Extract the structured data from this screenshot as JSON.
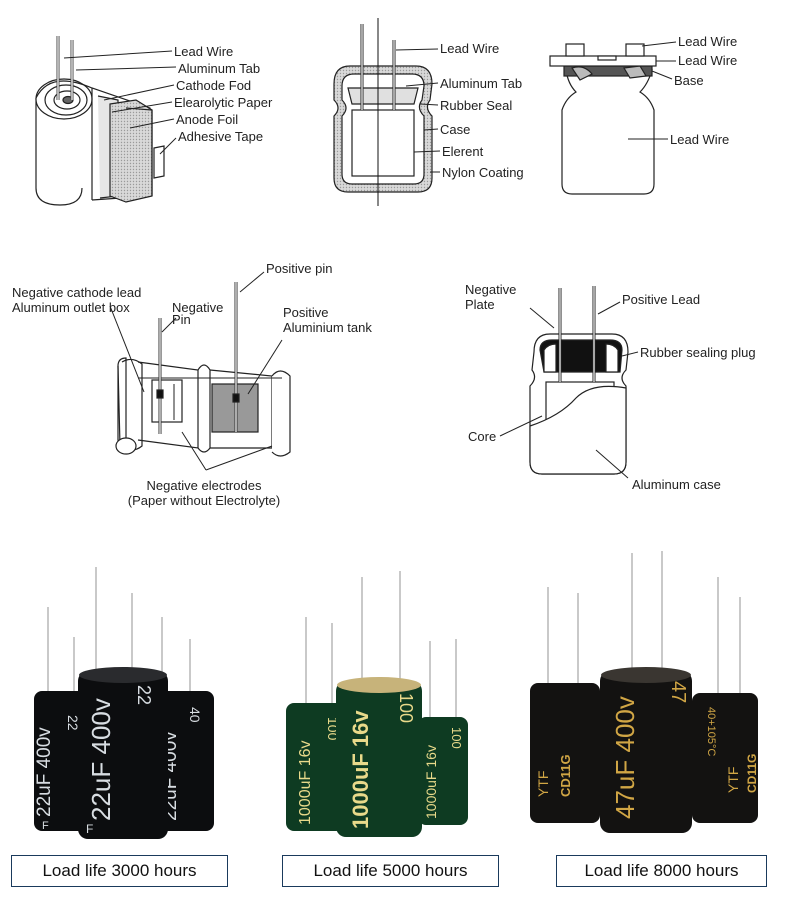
{
  "diagrams": {
    "winding": {
      "labels": [
        "Lead Wire",
        "Aluminum Tab",
        "Cathode Fod",
        "Elearolytic Paper",
        "Anode Foil",
        "Adhesive Tape"
      ]
    },
    "cross_section": {
      "labels": [
        "Lead Wire",
        "Aluminum Tab",
        "Rubber Seal",
        "Case",
        "Elerent",
        "Nylon Coating"
      ]
    },
    "base_view": {
      "labels": [
        "Lead Wire",
        "Lead Wire",
        "Base",
        "Lead Wire"
      ]
    },
    "electrode": {
      "positive_pin": "Positive pin",
      "neg_cathode_lead": "Negative cathode lead",
      "al_outlet_box": "Aluminum outlet box",
      "negative": "Negative",
      "pin": "Pin",
      "positive": "Positive",
      "al_tank": "Aluminium tank",
      "neg_electrodes": "Negative electrodes",
      "paper_note": "(Paper without Electrolyte)"
    },
    "structure": {
      "negative": "Negative",
      "plate": "Plate",
      "positive_lead": "Positive Lead",
      "rubber_plug": "Rubber sealing plug",
      "core": "Core",
      "al_case": "Aluminum case"
    }
  },
  "products": [
    {
      "caption": "Load life 3000 hours",
      "sleeve_color": "#0c0d0f",
      "print_color": "#d8dde2",
      "markings": {
        "left": "22uF 400v",
        "center": "22uF 400v",
        "right": "22uF 400v",
        "center_cap": "22",
        "left_cap": "22",
        "right_cap": "40",
        "foot": "F"
      }
    },
    {
      "caption": "Load life 5000 hours",
      "sleeve_color": "#0e3b22",
      "print_color": "#e8d98a",
      "markings": {
        "left": "1000uF 16v",
        "center": "1000uF 16v",
        "right": "1000uF 16v",
        "center_cap": "100",
        "left_cap": "100",
        "right_cap": "100"
      }
    },
    {
      "caption": "Load life 8000 hours",
      "sleeve_color": "#131211",
      "print_color": "#d1a645",
      "markings": {
        "brand": "YTF",
        "series": "CD11G",
        "center": "47uF 400v",
        "center_cap": "47",
        "right_cap": "40+105°C"
      }
    }
  ]
}
